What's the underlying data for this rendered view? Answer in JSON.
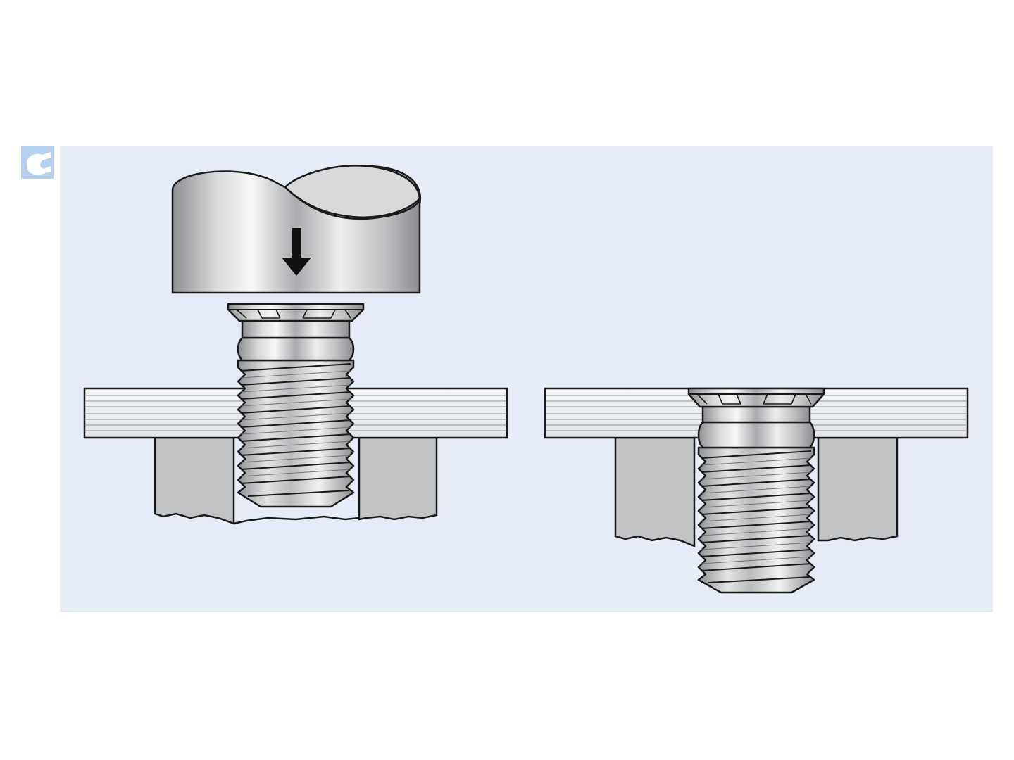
{
  "colors": {
    "page_background": "#ffffff",
    "panel_background": "#e6ecf7",
    "outline": "#1a1a1a",
    "sheet_fill": "#f2f2f2",
    "sheet_lines": "#aab2bd",
    "base_block": "#c2c3c4",
    "logo_tile": "#b4d0ef",
    "arrow": "#111111"
  },
  "diagram": {
    "panels": [
      {
        "stage": "before-press",
        "punch": "press-punch",
        "direction_indicator": "down-arrow-icon"
      },
      {
        "stage": "after-press",
        "punch": null,
        "direction_indicator": null
      }
    ],
    "icons": [
      "wrench-logo-icon",
      "down-arrow-icon"
    ]
  }
}
